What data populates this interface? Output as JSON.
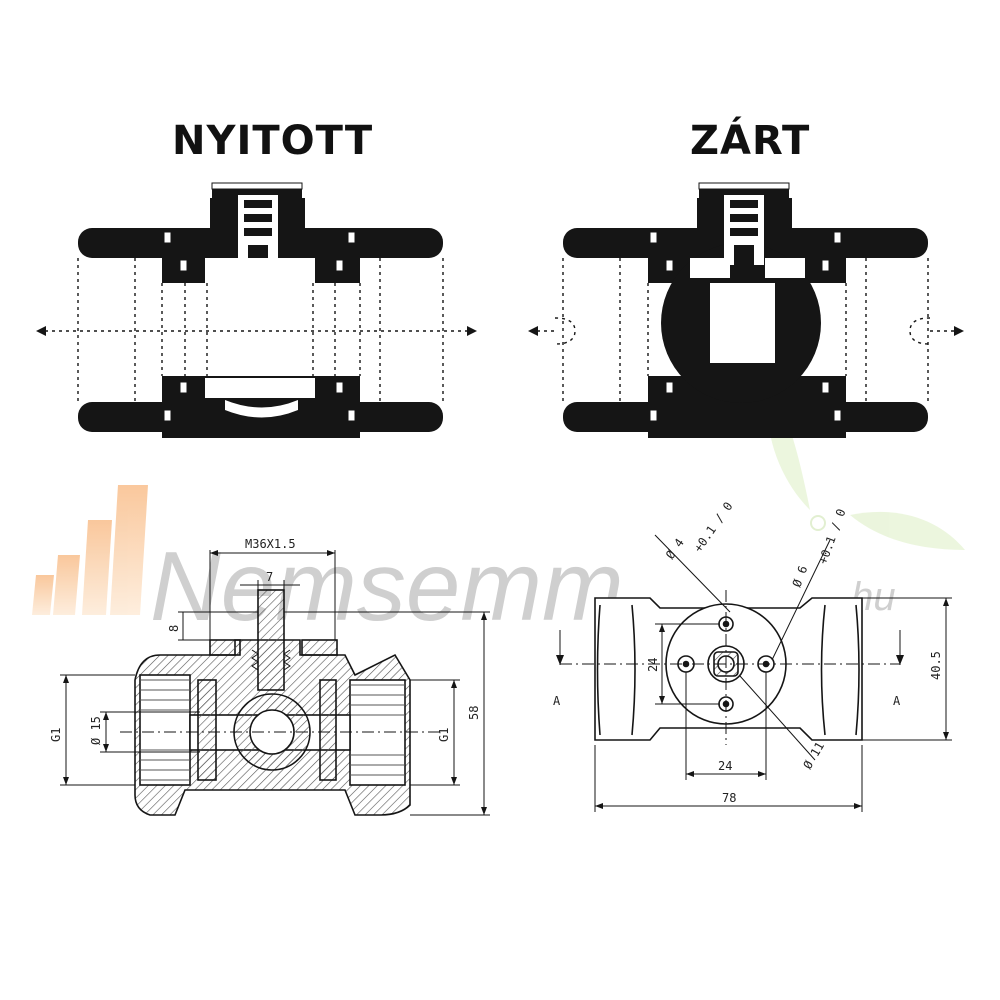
{
  "titles": {
    "open": "NYITOTT",
    "closed": "ZÁRT"
  },
  "watermark": {
    "brand": "Nemsemm",
    "domain": ".hu",
    "color": "#c8c8c8"
  },
  "dimensions_left": {
    "thread": "M36X1.5",
    "stem_width": "7",
    "stem_height": "8",
    "bore": "Ø 15",
    "port_left": "G1",
    "port_right": "G1",
    "height": "58"
  },
  "dimensions_right": {
    "hole_small": "Ø 4",
    "hole_small_tol": "+0.1 / 0",
    "hole_big": "Ø 6",
    "hole_big_tol": "+0.1 / 0",
    "bolt_v": "24",
    "bolt_h": "24",
    "center_hole": "Ø 11",
    "height": "40.5",
    "length": "78",
    "section_left": "A",
    "section_right": "A"
  },
  "colors": {
    "ink": "#151515",
    "hatch": "#555555"
  }
}
